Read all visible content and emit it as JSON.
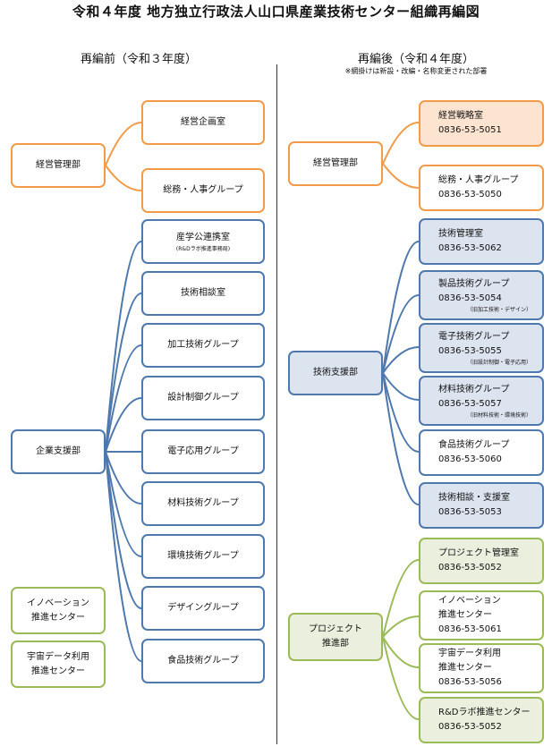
{
  "title": "令和４年度 地方独立行政法人山口県産業技術センター組織再編図",
  "before": {
    "header": "再編前（令和３年度）",
    "departments": {
      "management": "経営管理部",
      "enterprise": "企業支援部",
      "innovation": [
        "イノベーション",
        "推進センター"
      ],
      "space_data": [
        "宇宙データ利用",
        "推進センター"
      ]
    },
    "units": {
      "planning": "経営企画室",
      "general_affairs": "総務・人事グループ",
      "industry_academia": "産学公連携室",
      "industry_academia_sub": "(R&Dラボ推進事務局)",
      "tech_consult": "技術相談室",
      "processing": "加工技術グループ",
      "design_control": "設計制御グループ",
      "electronics": "電子応用グループ",
      "materials": "材料技術グループ",
      "environment": "環境技術グループ",
      "designing": "デザイングループ",
      "food": "食品技術グループ"
    }
  },
  "after": {
    "header": "再編後（令和４年度）",
    "note": "※網掛けは新設・改編・名称変更された部署",
    "departments": {
      "management": "経営管理部",
      "tech_support": "技術支援部",
      "project": [
        "プロジェクト",
        "推進部"
      ]
    },
    "units": {
      "strategy": {
        "name": "経営戦略室",
        "tel": "0836-53-5051"
      },
      "general_affairs": {
        "name": "総務・人事グループ",
        "tel": "0836-53-5050"
      },
      "tech_management": {
        "name": "技術管理室",
        "tel": "0836-53-5062"
      },
      "product_tech": {
        "name": "製品技術グループ",
        "tel": "0836-53-5054",
        "sub": "（旧加工技術・デザイン）"
      },
      "electronics": {
        "name": "電子技術グループ",
        "tel": "0836-53-5055",
        "sub": "（旧設計制御・電子応用）"
      },
      "materials": {
        "name": "材料技術グループ",
        "tel": "0836-53-5057",
        "sub": "（旧材料技術・環境技術）"
      },
      "food": {
        "name": "食品技術グループ",
        "tel": "0836-53-5060"
      },
      "consult_support": {
        "name": "技術相談・支援室",
        "tel": "0836-53-5053"
      },
      "project_mgmt": {
        "name": "プロジェクト管理室",
        "tel": "0836-53-5052"
      },
      "innovation": {
        "name": [
          "イノベーション",
          "推進センター"
        ],
        "tel": "0836-53-5061"
      },
      "space_data": {
        "name": [
          "宇宙データ利用",
          "推進センター"
        ],
        "tel": "0836-53-5056"
      },
      "rd_lab": {
        "name": "R&Dラボ推進センター",
        "tel": "0836-53-5052"
      }
    }
  },
  "colors": {
    "orange": "#f29b48",
    "blue": "#4f78ad",
    "green": "#9bbb59",
    "orange_fill": "#fde4d0",
    "blue_fill": "#dce4f0",
    "green_fill": "#ebf0de"
  }
}
